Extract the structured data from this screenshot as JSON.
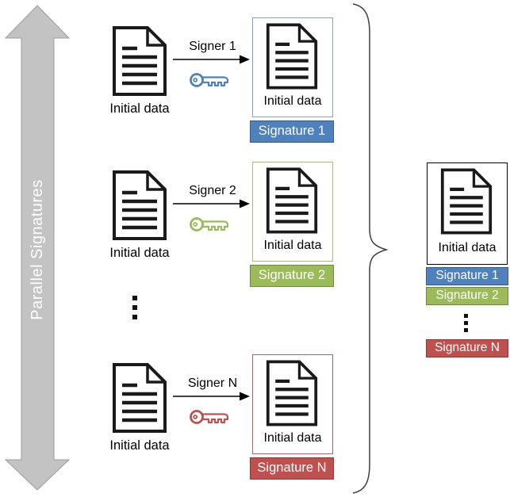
{
  "diagram": {
    "arrow_label": "Parallel Signatures",
    "rows": [
      {
        "source_label": "Initial data",
        "signer_label": "Signer 1",
        "result_label": "Initial data",
        "signature_label": "Signature 1",
        "key_color": "#4f81bd",
        "box_border_color": "#84a3c9",
        "bar_fill": "#4f81bd",
        "bar_border": "#385d8a"
      },
      {
        "source_label": "Initial data",
        "signer_label": "Signer 2",
        "result_label": "Initial data",
        "signature_label": "Signature 2",
        "key_color": "#9bbb59",
        "box_border_color": "#a7bc6d",
        "bar_fill": "#9bbb59",
        "bar_border": "#71893f"
      },
      {
        "source_label": "Initial data",
        "signer_label": "Signer N",
        "result_label": "Initial data",
        "signature_label": "Signature N",
        "key_color": "#c0504d",
        "box_border_color": "#bd615e",
        "bar_fill": "#c0504d",
        "bar_border": "#953735"
      }
    ],
    "combined": {
      "doc_label": "Initial data",
      "signatures": [
        {
          "label": "Signature 1",
          "fill": "#4f81bd",
          "border": "#385d8a"
        },
        {
          "label": "Signature 2",
          "fill": "#9bbb59",
          "border": "#71893f"
        },
        {
          "label": "Signature N",
          "fill": "#c0504d",
          "border": "#953735"
        }
      ]
    },
    "colors": {
      "big_arrow_fill": "#c3c3c4",
      "big_arrow_border": "#9c9c9c",
      "brace_stroke": "#3f3f3f",
      "document_ink": "#1a1a1a"
    }
  }
}
